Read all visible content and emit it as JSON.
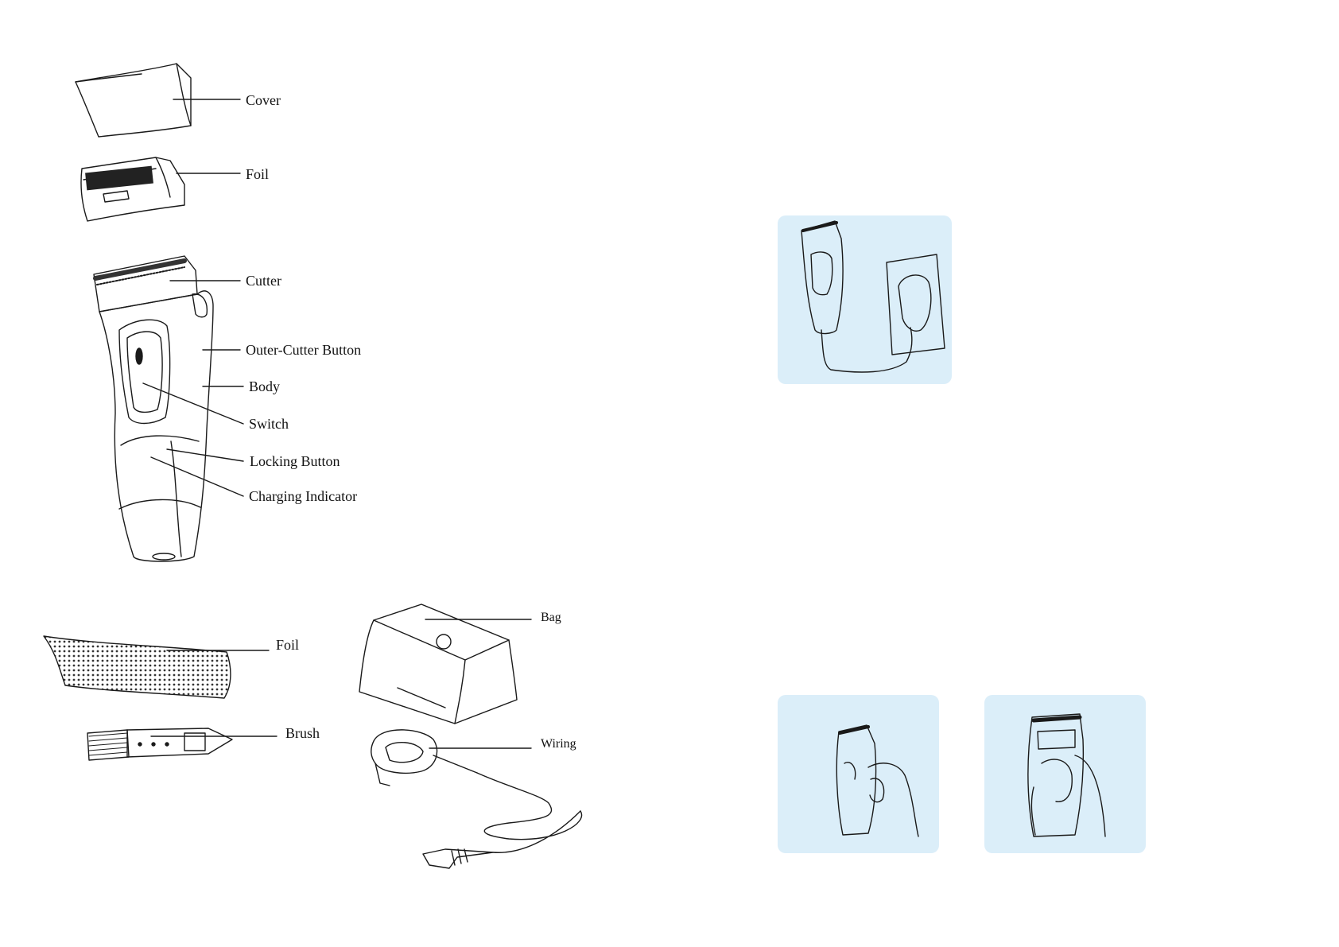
{
  "parts_diagram": {
    "labels": {
      "cover": "Cover",
      "foil": "Foil",
      "cutter": "Cutter",
      "outer_cutter_button": "Outer-Cutter Button",
      "body": "Body",
      "switch": "Switch",
      "locking_button": "Locking Button",
      "charging_indicator": "Charging Indicator"
    }
  },
  "accessories": {
    "labels": {
      "foil": "Foil",
      "brush": "Brush",
      "bag": "Bag",
      "wiring": "Wiring"
    }
  },
  "colors": {
    "panel_background": "#dbeef9",
    "line": "#1a1a1a"
  }
}
